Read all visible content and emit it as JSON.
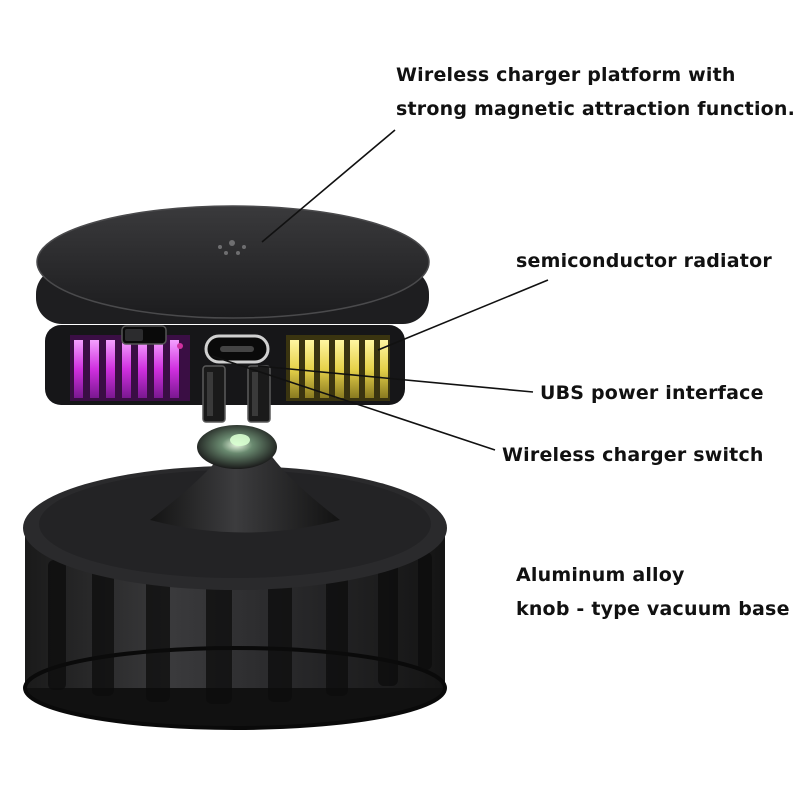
{
  "annotations": {
    "platform": {
      "line1": "Wireless charger platform with",
      "line2": "strong magnetic attraction function."
    },
    "radiator": "semiconductor radiator",
    "usb": "UBS power interface",
    "switch": "Wireless charger switch",
    "base": {
      "line1": "Aluminum alloy",
      "line2": "knob - type vacuum base"
    }
  },
  "colors": {
    "body": "#1c1c1e",
    "pink_led": "#e040f0",
    "yellow_led": "#e8e060",
    "leader_line": "#111111"
  }
}
